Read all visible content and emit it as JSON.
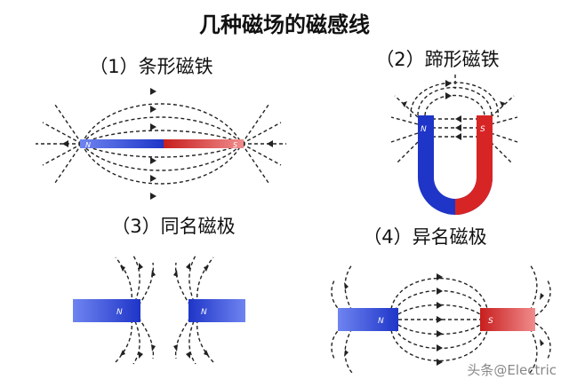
{
  "title": "几种磁场的磁感线",
  "panels": [
    {
      "label": "（1）条形磁铁",
      "poles": [
        "N",
        "S"
      ]
    },
    {
      "label": "（2）蹄形磁铁",
      "poles": [
        "N",
        "S"
      ]
    },
    {
      "label": "（3）同名磁极",
      "poles": [
        "N",
        "N"
      ]
    },
    {
      "label": "（4）异名磁极",
      "poles": [
        "N",
        "S"
      ]
    }
  ],
  "watermark": "头条@Electric",
  "colors": {
    "north": "#1e35c8",
    "south": "#d72525",
    "line": "#222222"
  }
}
